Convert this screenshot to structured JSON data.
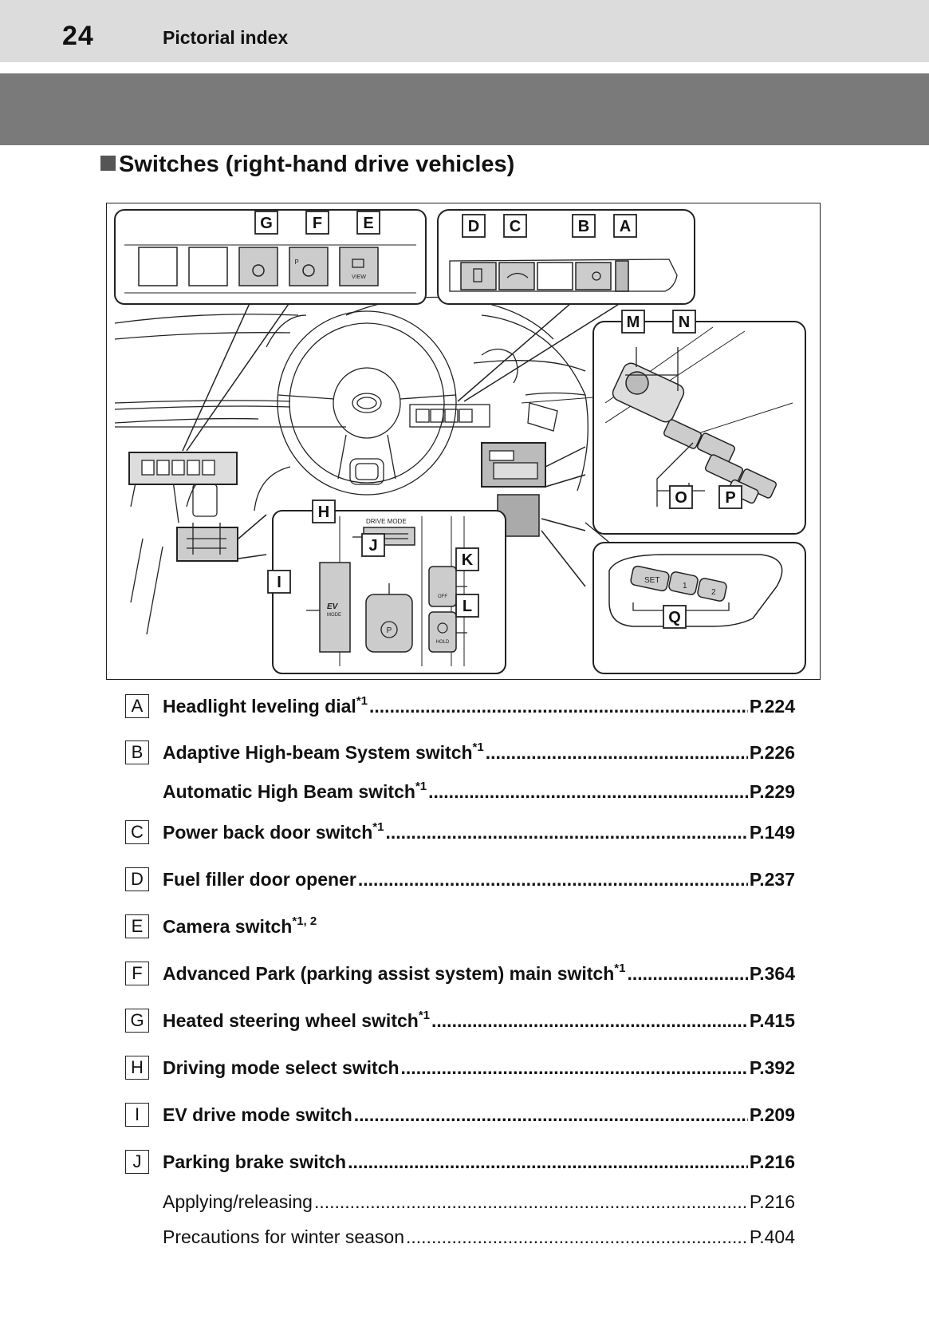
{
  "header": {
    "page_number": "24",
    "title": "Pictorial index"
  },
  "section": {
    "title": "Switches (right-hand drive vehicles)"
  },
  "figure": {
    "callouts": [
      "A",
      "B",
      "C",
      "D",
      "E",
      "F",
      "G",
      "H",
      "I",
      "J",
      "K",
      "L",
      "M",
      "N",
      "O",
      "P",
      "Q"
    ],
    "icon_labels": {
      "view": "VIEW",
      "drive_mode": "DRIVE MODE",
      "ev": "EV",
      "ev_mode": "MODE",
      "off": "OFF",
      "hold": "HOLD",
      "set": "SET",
      "mem1": "1",
      "mem2": "2",
      "park": "P"
    }
  },
  "entries": [
    {
      "letter": "A",
      "label": "Headlight leveling dial",
      "sup": "*1",
      "page": "P.224",
      "bold": true
    },
    {
      "letter": "B",
      "label": "Adaptive High-beam System switch",
      "sup": "*1",
      "page": "P.226",
      "bold": true
    },
    {
      "letter": "",
      "label": "Automatic High Beam switch",
      "sup": "*1",
      "page": "P.229",
      "bold": true
    },
    {
      "letter": "C",
      "label": "Power back door switch",
      "sup": "*1",
      "page": "P.149",
      "bold": true
    },
    {
      "letter": "D",
      "label": "Fuel filler door opener",
      "sup": "",
      "page": "P.237",
      "bold": true
    },
    {
      "letter": "E",
      "label": "Camera switch",
      "sup": "*1, 2",
      "page": "",
      "bold": true
    },
    {
      "letter": "F",
      "label": "Advanced Park (parking assist system) main switch",
      "sup": "*1",
      "page": "P.364",
      "bold": true
    },
    {
      "letter": "G",
      "label": "Heated steering wheel switch",
      "sup": "*1",
      "page": "P.415",
      "bold": true
    },
    {
      "letter": "H",
      "label": "Driving mode select switch",
      "sup": "",
      "page": "P.392",
      "bold": true
    },
    {
      "letter": "I",
      "label": "EV drive mode switch",
      "sup": "",
      "page": "P.209",
      "bold": true
    },
    {
      "letter": "J",
      "label": "Parking brake switch",
      "sup": "",
      "page": "P.216",
      "bold": true
    },
    {
      "letter": "",
      "label": "Applying/releasing",
      "sup": "",
      "page": "P.216",
      "bold": false
    },
    {
      "letter": "",
      "label": "Precautions for winter season",
      "sup": "",
      "page": "P.404",
      "bold": false
    }
  ]
}
